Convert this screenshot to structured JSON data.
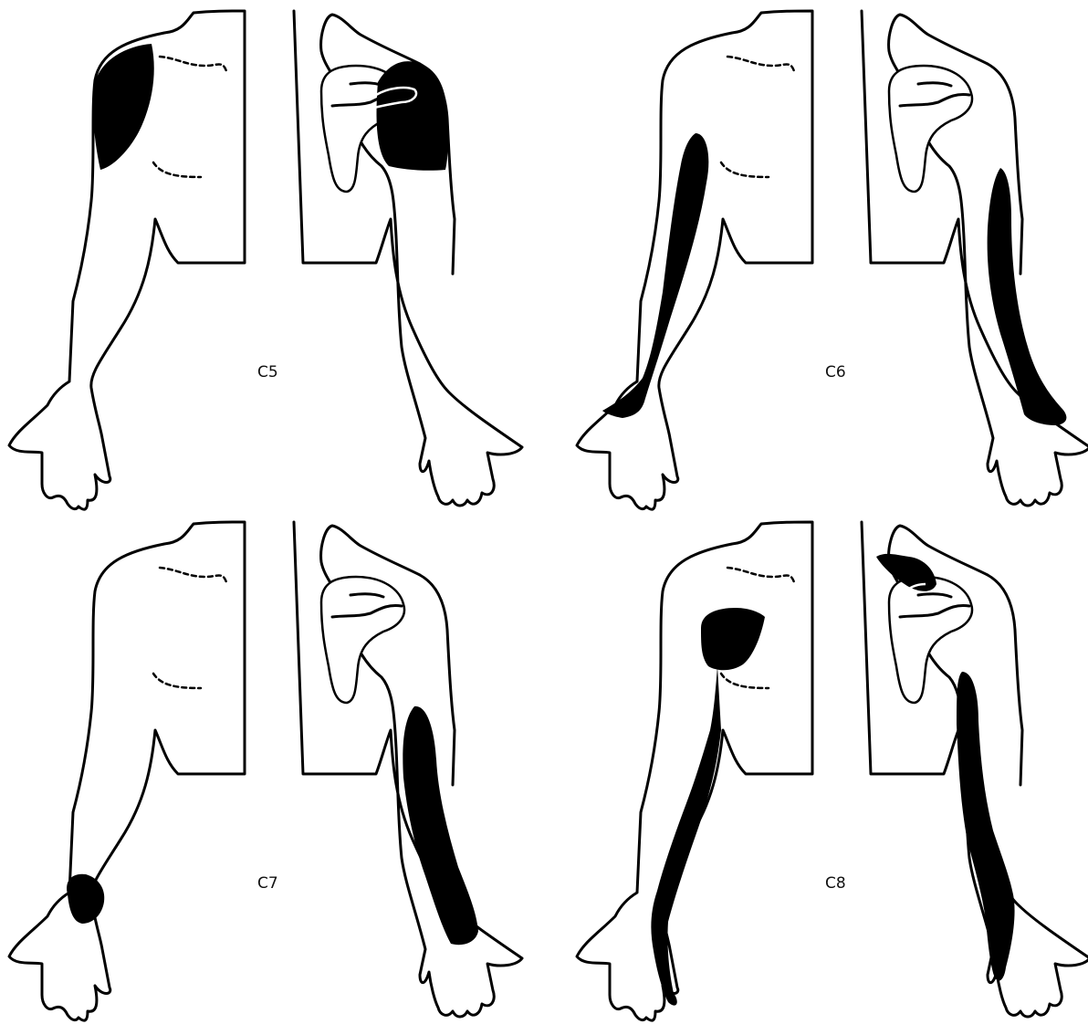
{
  "colors": {
    "zone_fill": "#000000",
    "outline": "#000000",
    "background": "#ffffff"
  },
  "panels": [
    {
      "id": "c5",
      "label": "C5"
    },
    {
      "id": "c6",
      "label": "C6"
    },
    {
      "id": "c7",
      "label": "C7"
    },
    {
      "id": "c8",
      "label": "C8"
    }
  ]
}
